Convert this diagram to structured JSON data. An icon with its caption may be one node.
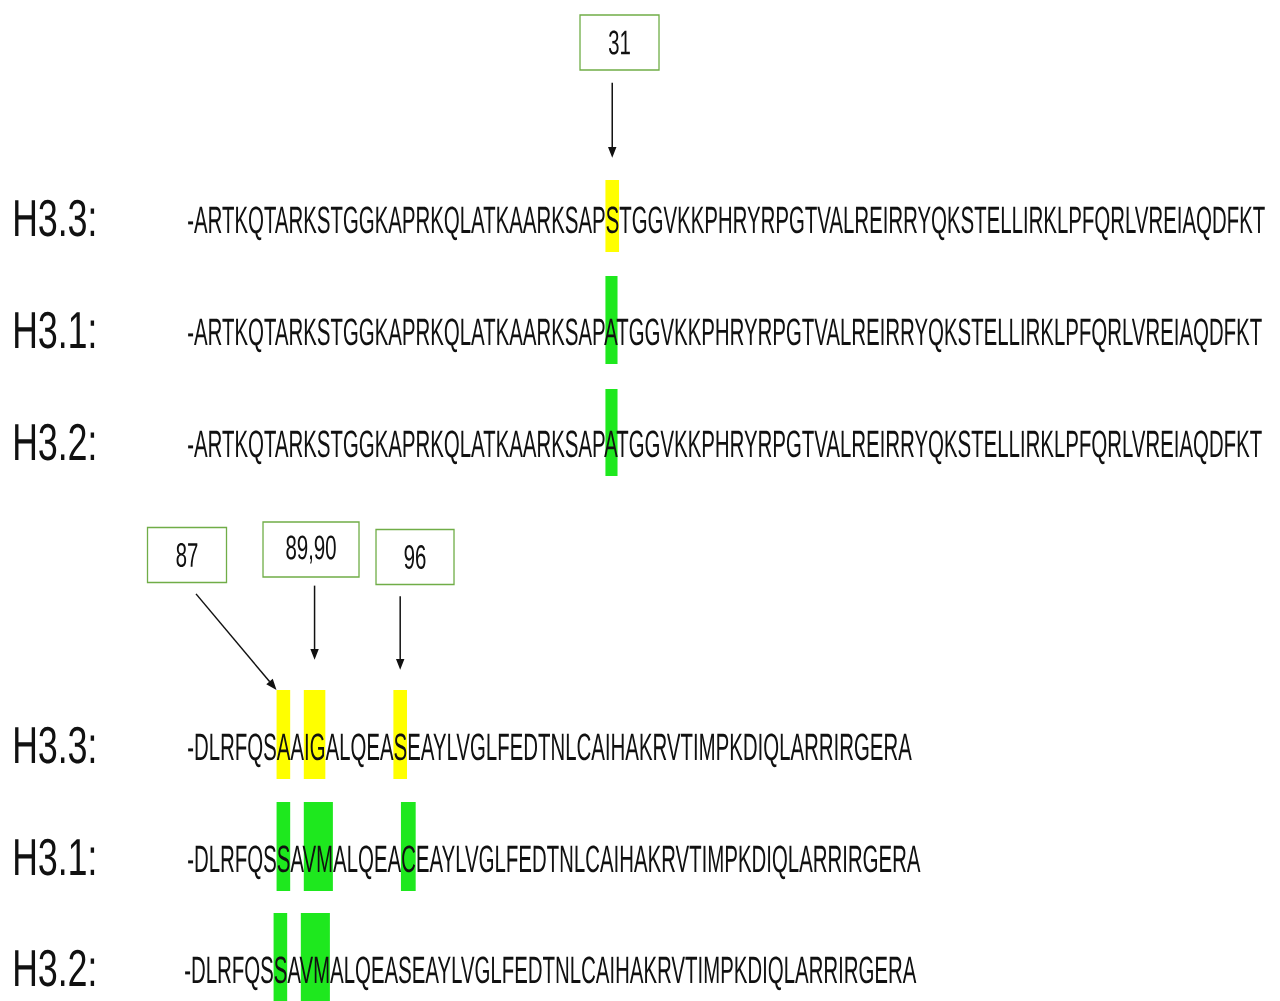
{
  "diagram": {
    "nodes": [
      {
        "text": [
          "31"
        ]
      },
      {
        "text": [],
        "shape": "bar"
      },
      {
        "text": [
          "87"
        ]
      },
      {
        "text": [
          "89,90"
        ]
      },
      {
        "text": [
          "96"
        ]
      },
      {
        "text": [],
        "shape": "bar"
      },
      {
        "text": [],
        "shape": "bar"
      },
      {
        "text": [],
        "shape": "bar"
      }
    ],
    "edges": [
      {
        "from": 0,
        "to": 1,
        "arrow": "to"
      },
      {
        "from": 2,
        "to": 5,
        "arrow": "to"
      },
      {
        "from": 3,
        "to": 6,
        "arrow": "to"
      },
      {
        "from": 4,
        "to": 7,
        "arrow": "to"
      }
    ],
    "labels": [
      "H3.3:",
      "-ARTKQTARKSTGGKAPRKQLATKAARKSAPSTGGVKKPHRYRPGTVALREIRRYQKSTELLIRKLPFQRLVREIAQDFKT",
      "H3.1:",
      "-ARTKQTARKSTGGKAPRKQLATKAARKSAPATGGVKKPHRYRPGTVALREIRRYQKSTELLIRKLPFQRLVREIAQDFKT",
      "H3.2:",
      "-ARTKQTARKSTGGKAPRKQLATKAARKSAPATGGVKKPHRYRPGTVALREIRRYQKSTELLIRKLPFQRLVREIAQDFKT",
      "H3.3:",
      "-DLRFQSAAIGALQEASEAYLVGLFEDTNLCAIHAKRVTIMPKDIQLARRIRGERA",
      "H3.1:",
      "-DLRFQSSAVMALQEACEAYLVGLFEDTNLCAIHAKRVTIMPKDIQLARRIRGERA",
      "H3.2:",
      "-DLRFQSSAVMALQEASEAYLVGLFEDTNLCAIHAKRVTIMPKDIQLARRIRGERA"
    ]
  }
}
